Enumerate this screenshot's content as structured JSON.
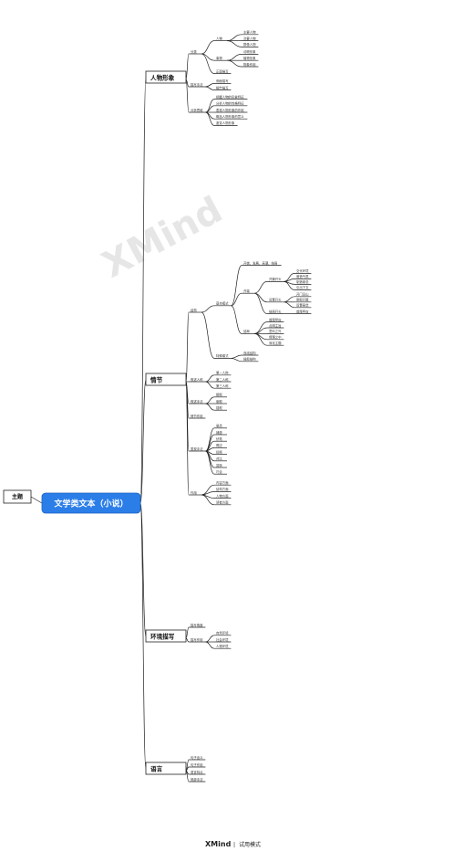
{
  "main_topic": "主题",
  "central_topic": "文学类文本（小说）",
  "watermark": "XMind",
  "footer": {
    "brand": "XMind",
    "mode": "试用模式"
  },
  "branches": [
    {
      "label": "人物形象",
      "items": [
        {
          "label": "分类",
          "items": [
            {
              "label": "人物",
              "items": [
                {
                  "label": "主要人物"
                },
                {
                  "label": "次要人物"
                },
                {
                  "label": "群像人物"
                }
              ]
            },
            {
              "label": "事物",
              "items": [
                {
                  "label": "动物形象"
                },
                {
                  "label": "植物形象"
                },
                {
                  "label": "物象作用"
                }
              ]
            },
            {
              "label": "正面描写"
            }
          ]
        },
        {
          "label": "描写手法",
          "items": [
            {
              "label": "侧面描写"
            },
            {
              "label": "细节描写"
            }
          ]
        },
        {
          "label": "分析思维",
          "items": [
            {
              "label": "把握人物的形象特征"
            },
            {
              "label": "分析人物的性格特征"
            },
            {
              "label": "表现人物形象的作用"
            },
            {
              "label": "概括人物形象的意义"
            },
            {
              "label": "鉴赏人物形象"
            }
          ]
        }
      ]
    },
    {
      "label": "情节",
      "items": [
        {
          "label": "结构",
          "items": [
            {
              "label": "基本模式",
              "items": [
                {
                  "label": "开端、发展、高潮、结局"
                },
                {
                  "label": "开端",
                  "items": [
                    {
                      "label": "开篇开头",
                      "items": [
                        {
                          "label": "交代环境"
                        },
                        {
                          "label": "营造气氛"
                        },
                        {
                          "label": "制造悬念"
                        },
                        {
                          "label": "引出下文"
                        }
                      ]
                    },
                    {
                      "label": "设置开头",
                      "items": [
                        {
                          "label": "开门见山"
                        },
                        {
                          "label": "倒叙开篇"
                        },
                        {
                          "label": "设置悬念"
                        }
                      ]
                    },
                    {
                      "label": "结局开头",
                      "items": [
                        {
                          "label": "首尾呼应"
                        }
                      ]
                    }
                  ]
                },
                {
                  "label": "结局",
                  "items": [
                    {
                      "label": "首尾呼应"
                    },
                    {
                      "label": "点明主旨"
                    },
                    {
                      "label": "意料之外"
                    },
                    {
                      "label": "情理之中"
                    },
                    {
                      "label": "深化主题"
                    }
                  ]
                }
              ]
            },
            {
              "label": "特殊模式",
              "items": [
                {
                  "label": "双线结构"
                },
                {
                  "label": "插叙结构"
                }
              ]
            }
          ]
        },
        {
          "label": "叙述人称",
          "items": [
            {
              "label": "第一人称"
            },
            {
              "label": "第二人称"
            },
            {
              "label": "第三人称"
            }
          ]
        },
        {
          "label": "叙述手法",
          "items": [
            {
              "label": "顺叙"
            },
            {
              "label": "倒叙"
            },
            {
              "label": "插叙"
            }
          ]
        },
        {
          "label": "情节作用"
        },
        {
          "label": "表现手法",
          "items": [
            {
              "label": "悬念"
            },
            {
              "label": "铺垫"
            },
            {
              "label": "伏笔"
            },
            {
              "label": "照应"
            },
            {
              "label": "抑扬"
            },
            {
              "label": "对比"
            },
            {
              "label": "突转"
            },
            {
              "label": "巧合"
            }
          ]
        },
        {
          "label": "作用",
          "items": [
            {
              "label": "内容方面"
            },
            {
              "label": "结构方面"
            },
            {
              "label": "人物方面"
            },
            {
              "label": "读者方面"
            }
          ]
        }
      ]
    },
    {
      "label": "环境描写",
      "items": [
        {
          "label": "描写角度"
        },
        {
          "label": "描写作用",
          "items": [
            {
              "label": "自然环境"
            },
            {
              "label": "社会环境"
            },
            {
              "label": "人物环境"
            }
          ]
        }
      ]
    },
    {
      "label": "语言",
      "items": [
        {
          "label": "句子含义"
        },
        {
          "label": "句子作用"
        },
        {
          "label": "语言特点"
        },
        {
          "label": "修辞手法"
        }
      ]
    }
  ]
}
